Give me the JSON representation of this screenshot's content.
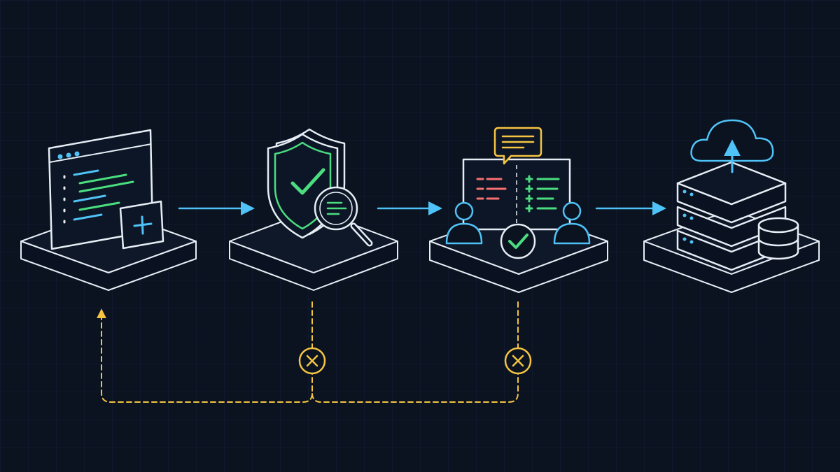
{
  "diagram": {
    "stages": [
      {
        "id": "code",
        "icon": "code-editor-icon",
        "badge_icon": "add-icon"
      },
      {
        "id": "scan",
        "icon": "shield-check-icon",
        "badge_icon": "magnifier-icon"
      },
      {
        "id": "review",
        "icon": "code-review-icon",
        "badge_icon": "approved-check-icon"
      },
      {
        "id": "deploy",
        "icon": "server-stack-icon",
        "badge_icon": "cloud-upload-icon"
      }
    ],
    "flow_arrows": 3,
    "feedback_loops": [
      {
        "from": "scan",
        "to": "code",
        "marker_icon": "reject-x-icon"
      },
      {
        "from": "review",
        "to": "code",
        "marker_icon": "reject-x-icon"
      }
    ],
    "colors": {
      "background": "#0b1220",
      "grid": "#16233a",
      "outline": "#e6edf5",
      "flow": "#4fc3f7",
      "pass": "#4ade80",
      "fail": "#f87171",
      "feedback": "#f5c542"
    }
  }
}
